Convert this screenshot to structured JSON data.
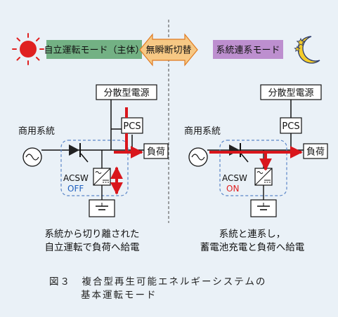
{
  "header": {
    "left_mode_label": "自立運転モード（主体）",
    "center_label": "無瞬断切替",
    "right_mode_label": "系統連系モード",
    "colors": {
      "left_box": "#73b184",
      "center_arrow": "#f6c884",
      "right_box": "#bd8fcf",
      "sun": "#e02020",
      "moon": "#f4cc2a"
    }
  },
  "left_diagram": {
    "source_label": "分散型電源",
    "pcs_label": "PCS",
    "grid_label": "商用系統",
    "load_label": "負荷",
    "switch_label": "ACSW",
    "switch_state": "OFF",
    "switch_state_color": "#1e5fbf",
    "caption_line1": "系統から切り離された",
    "caption_line2": "自立運転で負荷へ給電"
  },
  "right_diagram": {
    "source_label": "分散型電源",
    "pcs_label": "PCS",
    "grid_label": "商用系統",
    "load_label": "負荷",
    "switch_label": "ACSW",
    "switch_state": "ON",
    "switch_state_color": "#e02020",
    "caption_line1": "系統と連系し，",
    "caption_line2": "蓄電池充電と負荷へ給電"
  },
  "figure_caption": {
    "line1": "図３　複合型再生可能エネルギーシステムの",
    "line2": "基本運転モード"
  },
  "colors": {
    "flow_arrow": "#d9161c",
    "dashed_box": "#5a86c8"
  }
}
